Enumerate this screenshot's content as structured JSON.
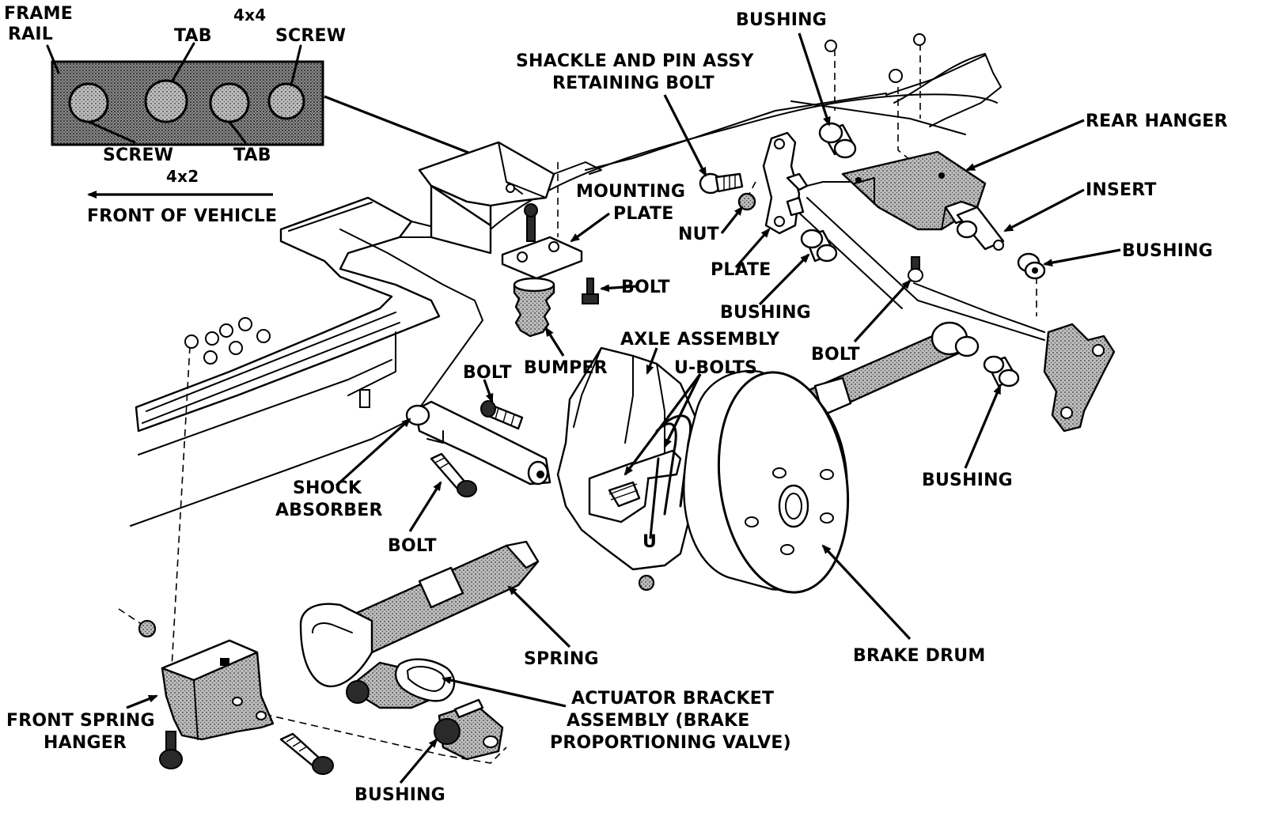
{
  "labels": {
    "frame_rail": "FRAME",
    "frame_rail_2": "RAIL",
    "four_x_four": "4x4",
    "tab_top": "TAB",
    "screw_top": "SCREW",
    "screw_bottom": "SCREW",
    "tab_bottom": "TAB",
    "four_x_two": "4x2",
    "front_of_vehicle": "FRONT OF VEHICLE",
    "bushing_top": "BUSHING",
    "shackle_line1": "SHACKLE AND PIN ASSY",
    "shackle_line2": "RETAINING BOLT",
    "rear_hanger": "REAR HANGER",
    "insert": "INSERT",
    "bushing_right": "BUSHING",
    "mounting_plate_line1": "MOUNTING",
    "mounting_plate_line2": "PLATE",
    "nut": "NUT",
    "plate": "PLATE",
    "bolt_upper": "BOLT",
    "bushing_mid": "BUSHING",
    "axle_assembly": "AXLE ASSEMBLY",
    "bolt_right": "BOLT",
    "bumper": "BUMPER",
    "u_bolts": "U-BOLTS",
    "bolt_mid": "BOLT",
    "bushing_lower_right": "BUSHING",
    "shock_line1": "SHOCK",
    "shock_line2": "ABSORBER",
    "bolt_lower": "BOLT",
    "u_mark": "U",
    "spring": "SPRING",
    "brake_drum": "BRAKE DRUM",
    "actuator_line1": "ACTUATOR BRACKET",
    "actuator_line2": "ASSEMBLY (BRAKE",
    "actuator_line3": "PROPORTIONING VALVE)",
    "front_spring_line1": "FRONT SPRING",
    "front_spring_line2": "HANGER",
    "bushing_bottom": "BUSHING"
  }
}
